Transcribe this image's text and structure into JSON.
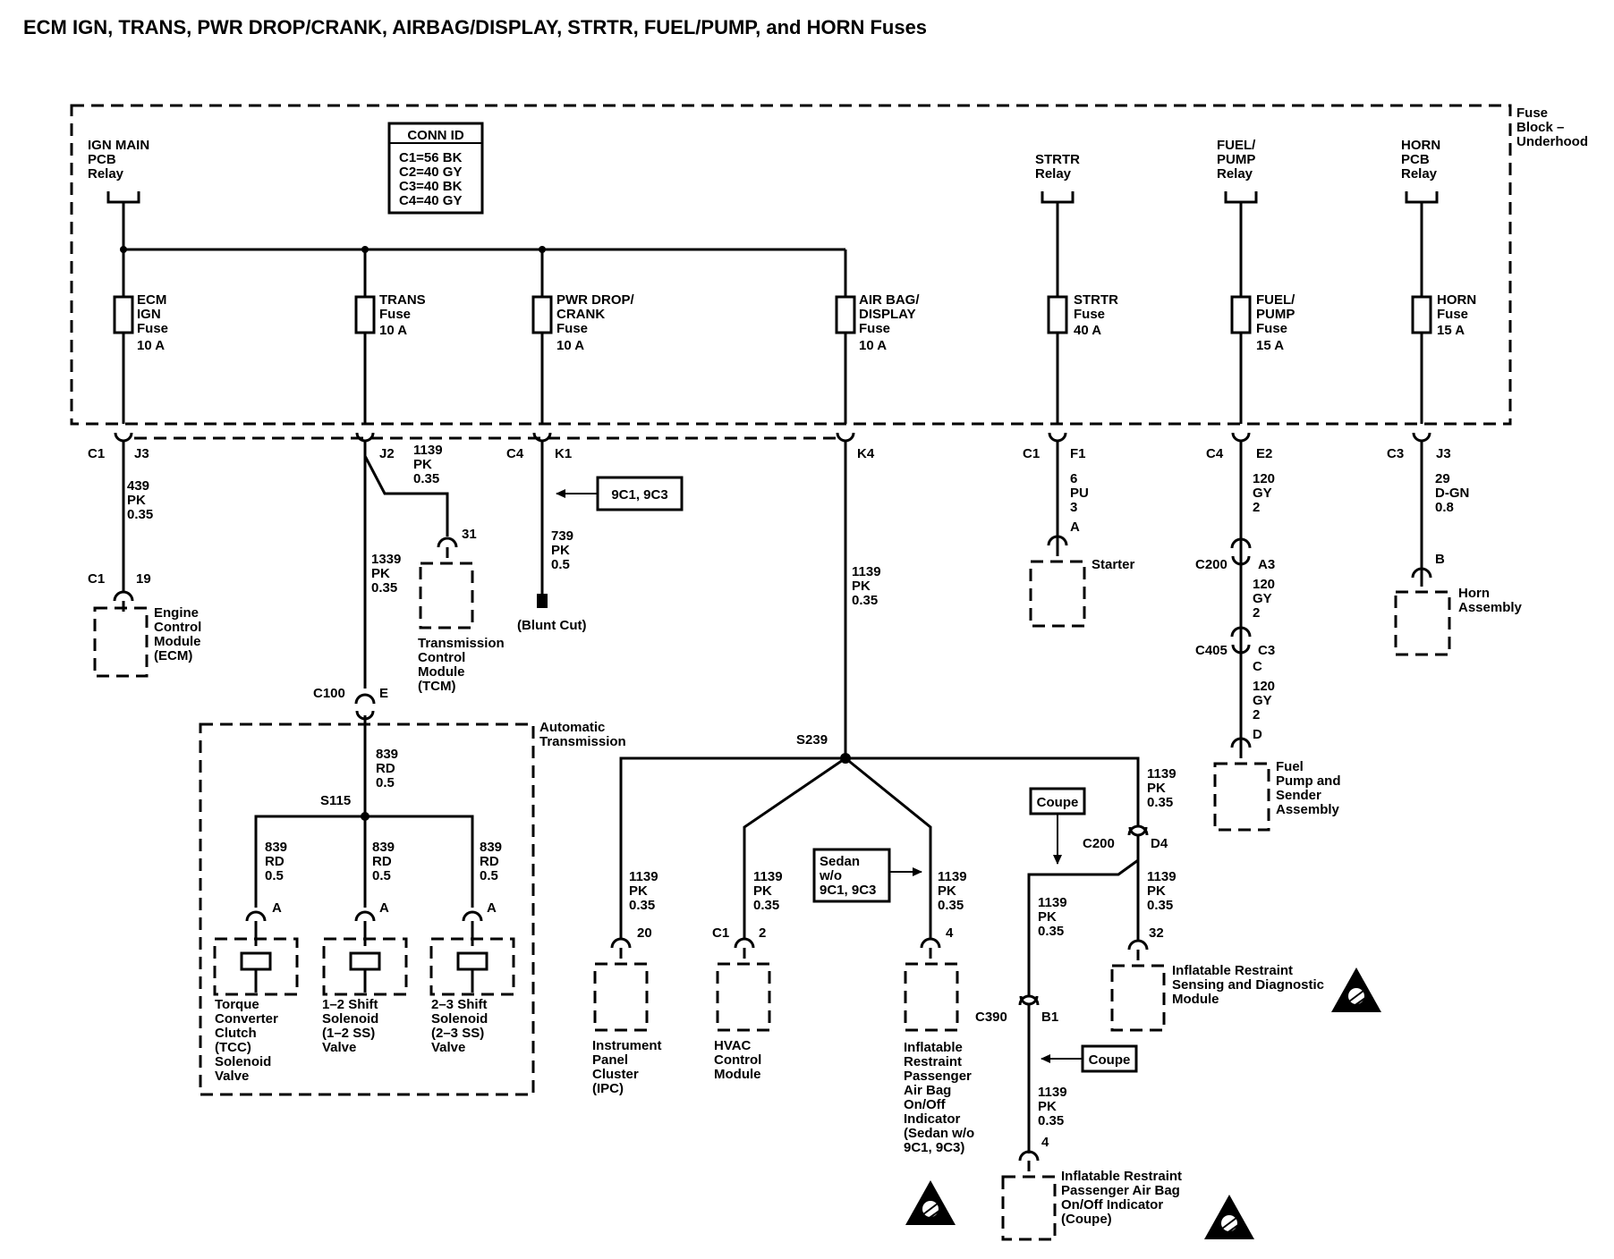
{
  "title": "ECM IGN, TRANS, PWR DROP/CRANK, AIRBAG/DISPLAY, STRTR, FUEL/PUMP, and HORN Fuses",
  "fuse_block": [
    "Fuse",
    "Block –",
    "Underhood"
  ],
  "conn_id": {
    "header": "CONN ID",
    "rows": [
      "C1=56 BK",
      "C2=40 GY",
      "C3=40 BK",
      "C4=40 GY"
    ]
  },
  "relays": {
    "ign_main": [
      "IGN MAIN",
      "PCB",
      "Relay"
    ],
    "strtr": [
      "STRTR",
      "Relay"
    ],
    "fuel_pump": [
      "FUEL/",
      "PUMP",
      "Relay"
    ],
    "horn": [
      "HORN",
      "PCB",
      "Relay"
    ]
  },
  "fuses": {
    "ecm_ign": [
      "ECM",
      "IGN",
      "Fuse",
      "10 A"
    ],
    "trans": [
      "TRANS",
      "Fuse",
      "10 A"
    ],
    "pwr_drop": [
      "PWR DROP/",
      "CRANK",
      "Fuse",
      "10 A"
    ],
    "airbag": [
      "AIR BAG/",
      "DISPLAY",
      "Fuse",
      "10 A"
    ],
    "strtr": [
      "STRTR",
      "Fuse",
      "40 A"
    ],
    "fuel_pump": [
      "FUEL/",
      "PUMP",
      "Fuse",
      "15 A"
    ],
    "horn": [
      "HORN",
      "Fuse",
      "15 A"
    ]
  },
  "pins": {
    "c1_j3": [
      "C1",
      "J3"
    ],
    "j2": "J2",
    "c4_k1": [
      "C4",
      "K1"
    ],
    "k4": "K4",
    "c1_f1": [
      "C1",
      "F1"
    ],
    "c4_e2": [
      "C4",
      "E2"
    ],
    "c3_j3": [
      "C3",
      "J3"
    ],
    "ecm_pin": [
      "C1",
      "19"
    ],
    "tcm_pin": "31",
    "starter_pin": "A",
    "horn_pin": "B",
    "c200_a3": [
      "C200",
      "A3"
    ],
    "c405_c3": [
      "C405",
      "C3"
    ],
    "c405_c": "C",
    "fuel_pin": "D",
    "c100_e": [
      "C100",
      "E"
    ],
    "s115": "S115",
    "s239": "S239",
    "sol_a1": "A",
    "sol_a2": "A",
    "sol_a3": "A",
    "ipc_pin": "20",
    "hvac_pin": [
      "C1",
      "2"
    ],
    "pass_pin": "4",
    "c200_d4": [
      "C200",
      "D4"
    ],
    "sdm_pin": "32",
    "c390_b1": [
      "C390",
      "B1"
    ],
    "coupe_pin": "4"
  },
  "wires": {
    "w439": [
      "439",
      "PK",
      "0.35"
    ],
    "w1139_trans": [
      "1139",
      "PK",
      "0.35"
    ],
    "w739": [
      "739",
      "PK",
      "0.5"
    ],
    "w6": [
      "6",
      "PU",
      "3"
    ],
    "w120a": [
      "120",
      "GY",
      "2"
    ],
    "w120b": [
      "120",
      "GY",
      "2"
    ],
    "w120c": [
      "120",
      "GY",
      "2"
    ],
    "w29": [
      "29",
      "D-GN",
      "0.8"
    ],
    "w1339": [
      "1339",
      "PK",
      "0.35"
    ],
    "w1139_k4": [
      "1139",
      "PK",
      "0.35"
    ],
    "w839_main": [
      "839",
      "RD",
      "0.5"
    ],
    "w839_1": [
      "839",
      "RD",
      "0.5"
    ],
    "w839_2": [
      "839",
      "RD",
      "0.5"
    ],
    "w839_3": [
      "839",
      "RD",
      "0.5"
    ],
    "w1139_ipc": [
      "1139",
      "PK",
      "0.35"
    ],
    "w1139_hvac": [
      "1139",
      "PK",
      "0.35"
    ],
    "w1139_pass": [
      "1139",
      "PK",
      "0.35"
    ],
    "w1139_right": [
      "1139",
      "PK",
      "0.35"
    ],
    "w1139_sdm": [
      "1139",
      "PK",
      "0.35"
    ],
    "w1139_coupe1": [
      "1139",
      "PK",
      "0.35"
    ],
    "w1139_coupe2": [
      "1139",
      "PK",
      "0.35"
    ]
  },
  "components": {
    "ecm": [
      "Engine",
      "Control",
      "Module",
      "(ECM)"
    ],
    "tcm": [
      "Transmission",
      "Control",
      "Module",
      "(TCM)"
    ],
    "blunt_cut": "(Blunt Cut)",
    "starter": "Starter",
    "horn": [
      "Horn",
      "Assembly"
    ],
    "fuel_pump": [
      "Fuel",
      "Pump and",
      "Sender",
      "Assembly"
    ],
    "auto_trans": [
      "Automatic",
      "Transmission"
    ],
    "tcc": [
      "Torque",
      "Converter",
      "Clutch",
      "(TCC)",
      "Solenoid",
      "Valve"
    ],
    "ss12": [
      "1–2 Shift",
      "Solenoid",
      "(1–2 SS)",
      "Valve"
    ],
    "ss23": [
      "2–3 Shift",
      "Solenoid",
      "(2–3 SS)",
      "Valve"
    ],
    "ipc": [
      "Instrument",
      "Panel",
      "Cluster",
      "(IPC)"
    ],
    "hvac": [
      "HVAC",
      "Control",
      "Module"
    ],
    "pass_sedan": [
      "Inflatable",
      "Restraint",
      "Passenger",
      "Air Bag",
      "On/Off",
      "Indicator",
      "(Sedan w/o",
      "9C1, 9C3)"
    ],
    "sdm": [
      "Inflatable Restraint",
      "Sensing and Diagnostic",
      "Module"
    ],
    "pass_coupe": [
      "Inflatable Restraint",
      "Passenger Air Bag",
      "On/Off Indicator",
      "(Coupe)"
    ]
  },
  "tags": {
    "opt_9c1": "9C1, 9C3",
    "sedan": [
      "Sedan",
      "w/o",
      "9C1, 9C3"
    ],
    "coupe1": "Coupe",
    "coupe2": "Coupe"
  }
}
